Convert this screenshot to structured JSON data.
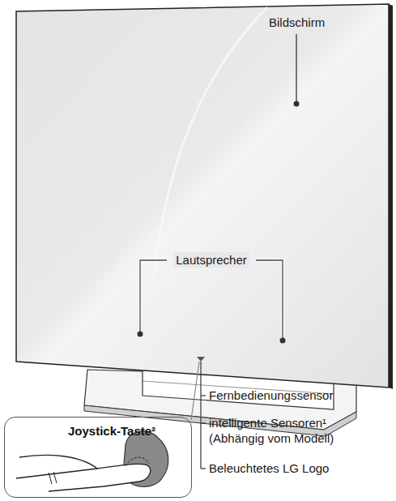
{
  "diagram": {
    "nodes": [
      {
        "text": [
          "Joystick-Taste²"
        ]
      }
    ],
    "labels": [
      "Bildschirm",
      "Lautsprecher",
      "Fernbedienungssensor",
      "intelligente Sensoren¹ (Abhängig vom Modell)",
      "Beleuchtetes LG Logo"
    ]
  }
}
